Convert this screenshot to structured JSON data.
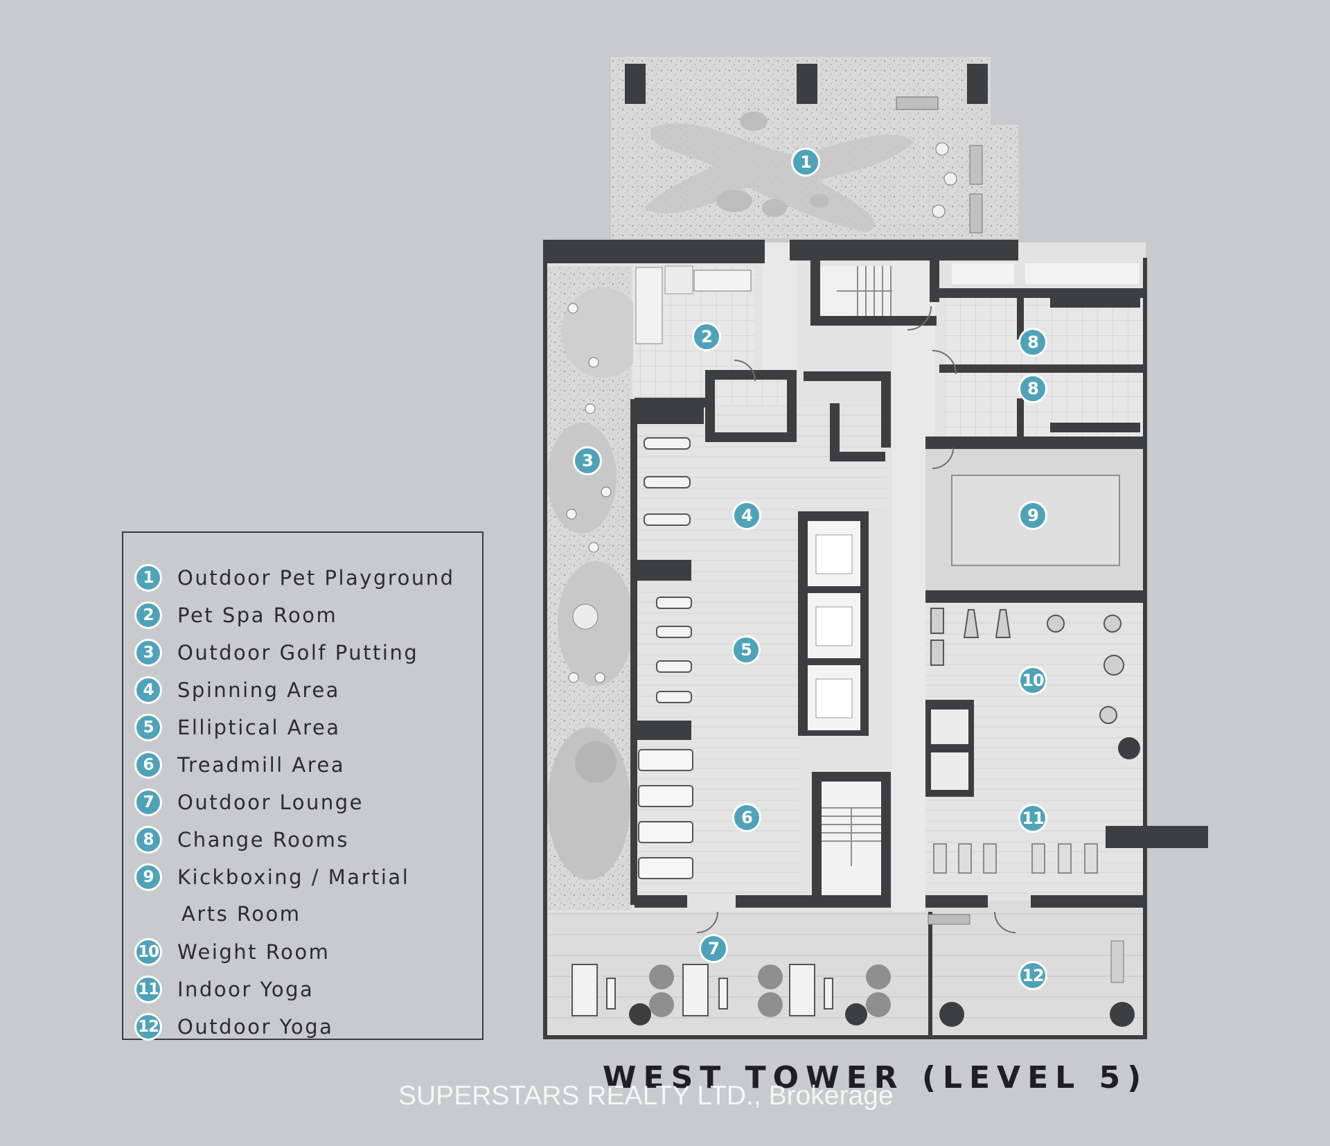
{
  "legend": {
    "items": [
      {
        "num": "1",
        "label": "Outdoor Pet Playground"
      },
      {
        "num": "2",
        "label": "Pet Spa Room"
      },
      {
        "num": "3",
        "label": "Outdoor Golf Putting"
      },
      {
        "num": "4",
        "label": "Spinning Area"
      },
      {
        "num": "5",
        "label": "Elliptical Area"
      },
      {
        "num": "6",
        "label": "Treadmill Area"
      },
      {
        "num": "7",
        "label": "Outdoor Lounge"
      },
      {
        "num": "8",
        "label": "Change Rooms"
      },
      {
        "num": "9",
        "label": "Kickboxing / Martial"
      },
      {
        "num": "10",
        "label": "Weight Room"
      },
      {
        "num": "11",
        "label": "Indoor Yoga"
      },
      {
        "num": "12",
        "label": "Outdoor Yoga"
      }
    ],
    "item9_continuation": "Arts Room"
  },
  "plan": {
    "badges": [
      "1",
      "2",
      "3",
      "4",
      "5",
      "6",
      "7",
      "8",
      "8",
      "9",
      "10",
      "11",
      "12"
    ]
  },
  "title": "WEST TOWER (LEVEL 5)",
  "watermark": "SUPERSTARS REALTY LTD., Brokerage",
  "colors": {
    "background": "#c9cacc",
    "badge": "#4fa3b8",
    "wall": "#3d3e40",
    "floor": "#e6e6e6",
    "landscape": "#d7d7d7"
  }
}
